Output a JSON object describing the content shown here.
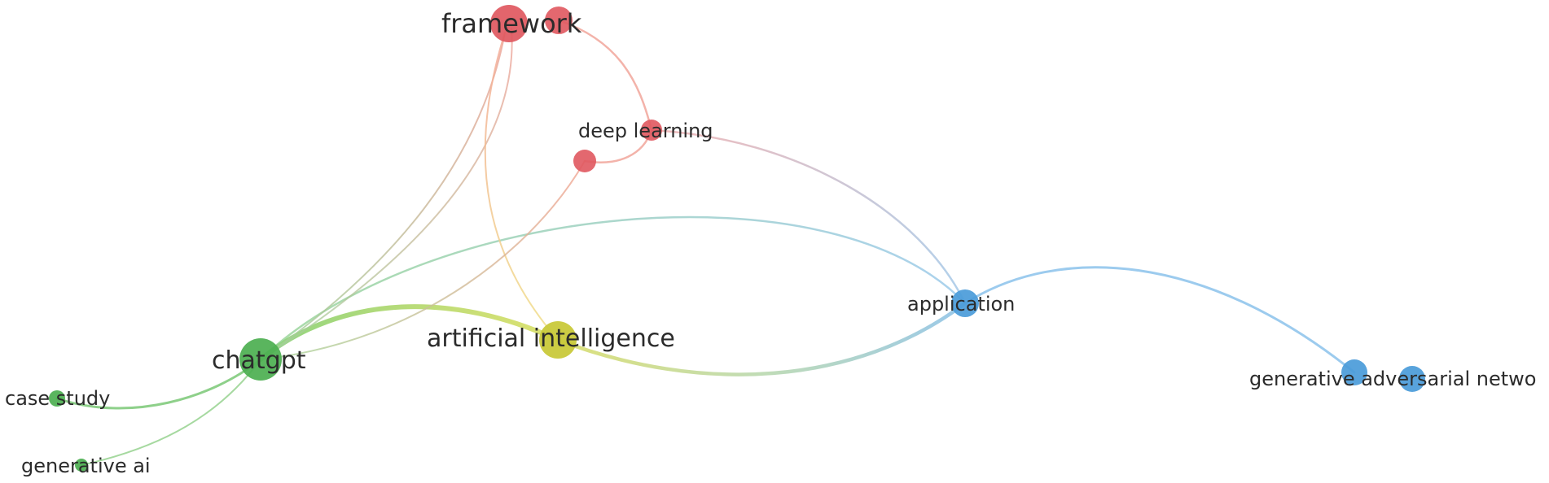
{
  "network": {
    "clusters": [
      {
        "id": 1,
        "color": "#e0585f"
      },
      {
        "id": 2,
        "color": "#4caf50"
      },
      {
        "id": 3,
        "color": "#4a9bd9"
      },
      {
        "id": 4,
        "color": "#c9c93a"
      }
    ],
    "nodes": [
      {
        "id": "framework",
        "label": "framework",
        "cluster": 1
      },
      {
        "id": "framework-2",
        "label": "",
        "cluster": 1
      },
      {
        "id": "deep-learning",
        "label": "deep learning",
        "cluster": 1
      },
      {
        "id": "unlabeled-red",
        "label": "",
        "cluster": 1
      },
      {
        "id": "chatgpt",
        "label": "chatgpt",
        "cluster": 2
      },
      {
        "id": "case-study",
        "label": "case study",
        "cluster": 2
      },
      {
        "id": "generative-ai",
        "label": "generative ai",
        "cluster": 2
      },
      {
        "id": "artificial-intelligence",
        "label": "artificial intelligence",
        "cluster": 4
      },
      {
        "id": "application",
        "label": "application",
        "cluster": 3
      },
      {
        "id": "generative-adversarial-network",
        "label": "generative adversarial netwo",
        "cluster": 3
      },
      {
        "id": "gan-2",
        "label": "",
        "cluster": 3
      }
    ]
  }
}
